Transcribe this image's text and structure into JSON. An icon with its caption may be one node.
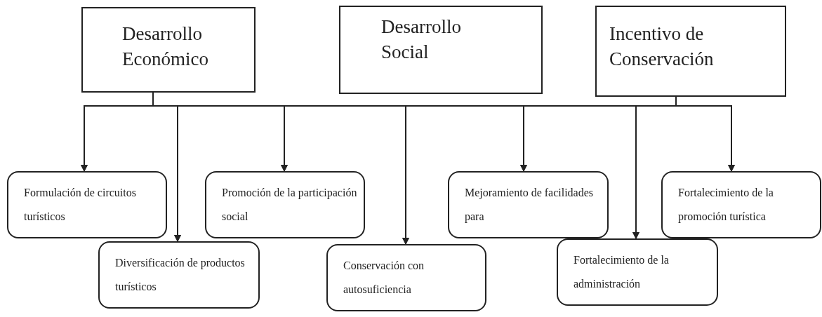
{
  "diagram": {
    "nodes": [
      {
        "text": [
          "Desarrollo Económico"
        ]
      },
      {
        "text": [
          "Desarrollo Social"
        ]
      },
      {
        "text": [
          "Incentivo de Conservación"
        ]
      },
      {
        "text": [
          "Formulación de circuitos turísticos"
        ]
      },
      {
        "text": [
          "Promoción de la participación social"
        ]
      },
      {
        "text": [
          "Mejoramiento de facilidades para"
        ]
      },
      {
        "text": [
          "Fortalecimiento de la promoción turística"
        ]
      },
      {
        "text": [
          "Diversificación de productos turísticos"
        ]
      },
      {
        "text": [
          "Conservación con autosuficiencia"
        ]
      },
      {
        "text": [
          "Fortalecimiento de la administración"
        ]
      }
    ],
    "edges": [
      {
        "from": 0,
        "to": 3,
        "arrow": "to"
      },
      {
        "from": 0,
        "to": 4,
        "arrow": "to"
      },
      {
        "from": 0,
        "to": 5,
        "arrow": "to"
      },
      {
        "from": 0,
        "to": 6,
        "arrow": "to"
      },
      {
        "from": 0,
        "to": 7,
        "arrow": "to"
      },
      {
        "from": 0,
        "to": 8,
        "arrow": "to"
      },
      {
        "from": 0,
        "to": 9,
        "arrow": "to"
      },
      {
        "from": 2,
        "to": 3,
        "arrow": "to"
      },
      {
        "from": 2,
        "to": 4,
        "arrow": "to"
      },
      {
        "from": 2,
        "to": 5,
        "arrow": "to"
      },
      {
        "from": 2,
        "to": 6,
        "arrow": "to"
      },
      {
        "from": 2,
        "to": 7,
        "arrow": "to"
      },
      {
        "from": 2,
        "to": 8,
        "arrow": "to"
      },
      {
        "from": 2,
        "to": 9,
        "arrow": "to"
      }
    ]
  }
}
